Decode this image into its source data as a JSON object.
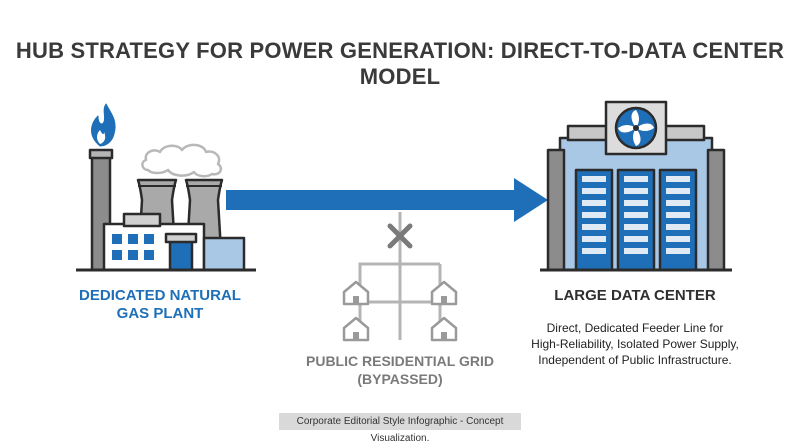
{
  "title": "HUB STRATEGY FOR POWER GENERATION: DIRECT-TO-DATA CENTER MODEL",
  "plant": {
    "label_line1": "DEDICATED NATURAL",
    "label_line2": "GAS PLANT",
    "icon": "gas-plant-icon"
  },
  "data_center": {
    "label": "LARGE DATA CENTER",
    "desc_line1": "Direct, Dedicated Feeder Line for",
    "desc_line2": "High-Reliability, Isolated Power Supply,",
    "desc_line3": "Independent of Public Infrastructure.",
    "icon": "data-center-icon"
  },
  "grid": {
    "label_line1": "PUBLIC RESIDENTIAL GRID",
    "label_line2": "(BYPASSED)",
    "icon": "house-icon"
  },
  "footer": "Corporate Editorial Style Infographic - Concept Visualization.",
  "colors": {
    "blue": "#1f6fb8",
    "dark_gray": "#3a3a3a",
    "gray": "#8c8c8c",
    "light_blue": "#a9c8e6"
  }
}
